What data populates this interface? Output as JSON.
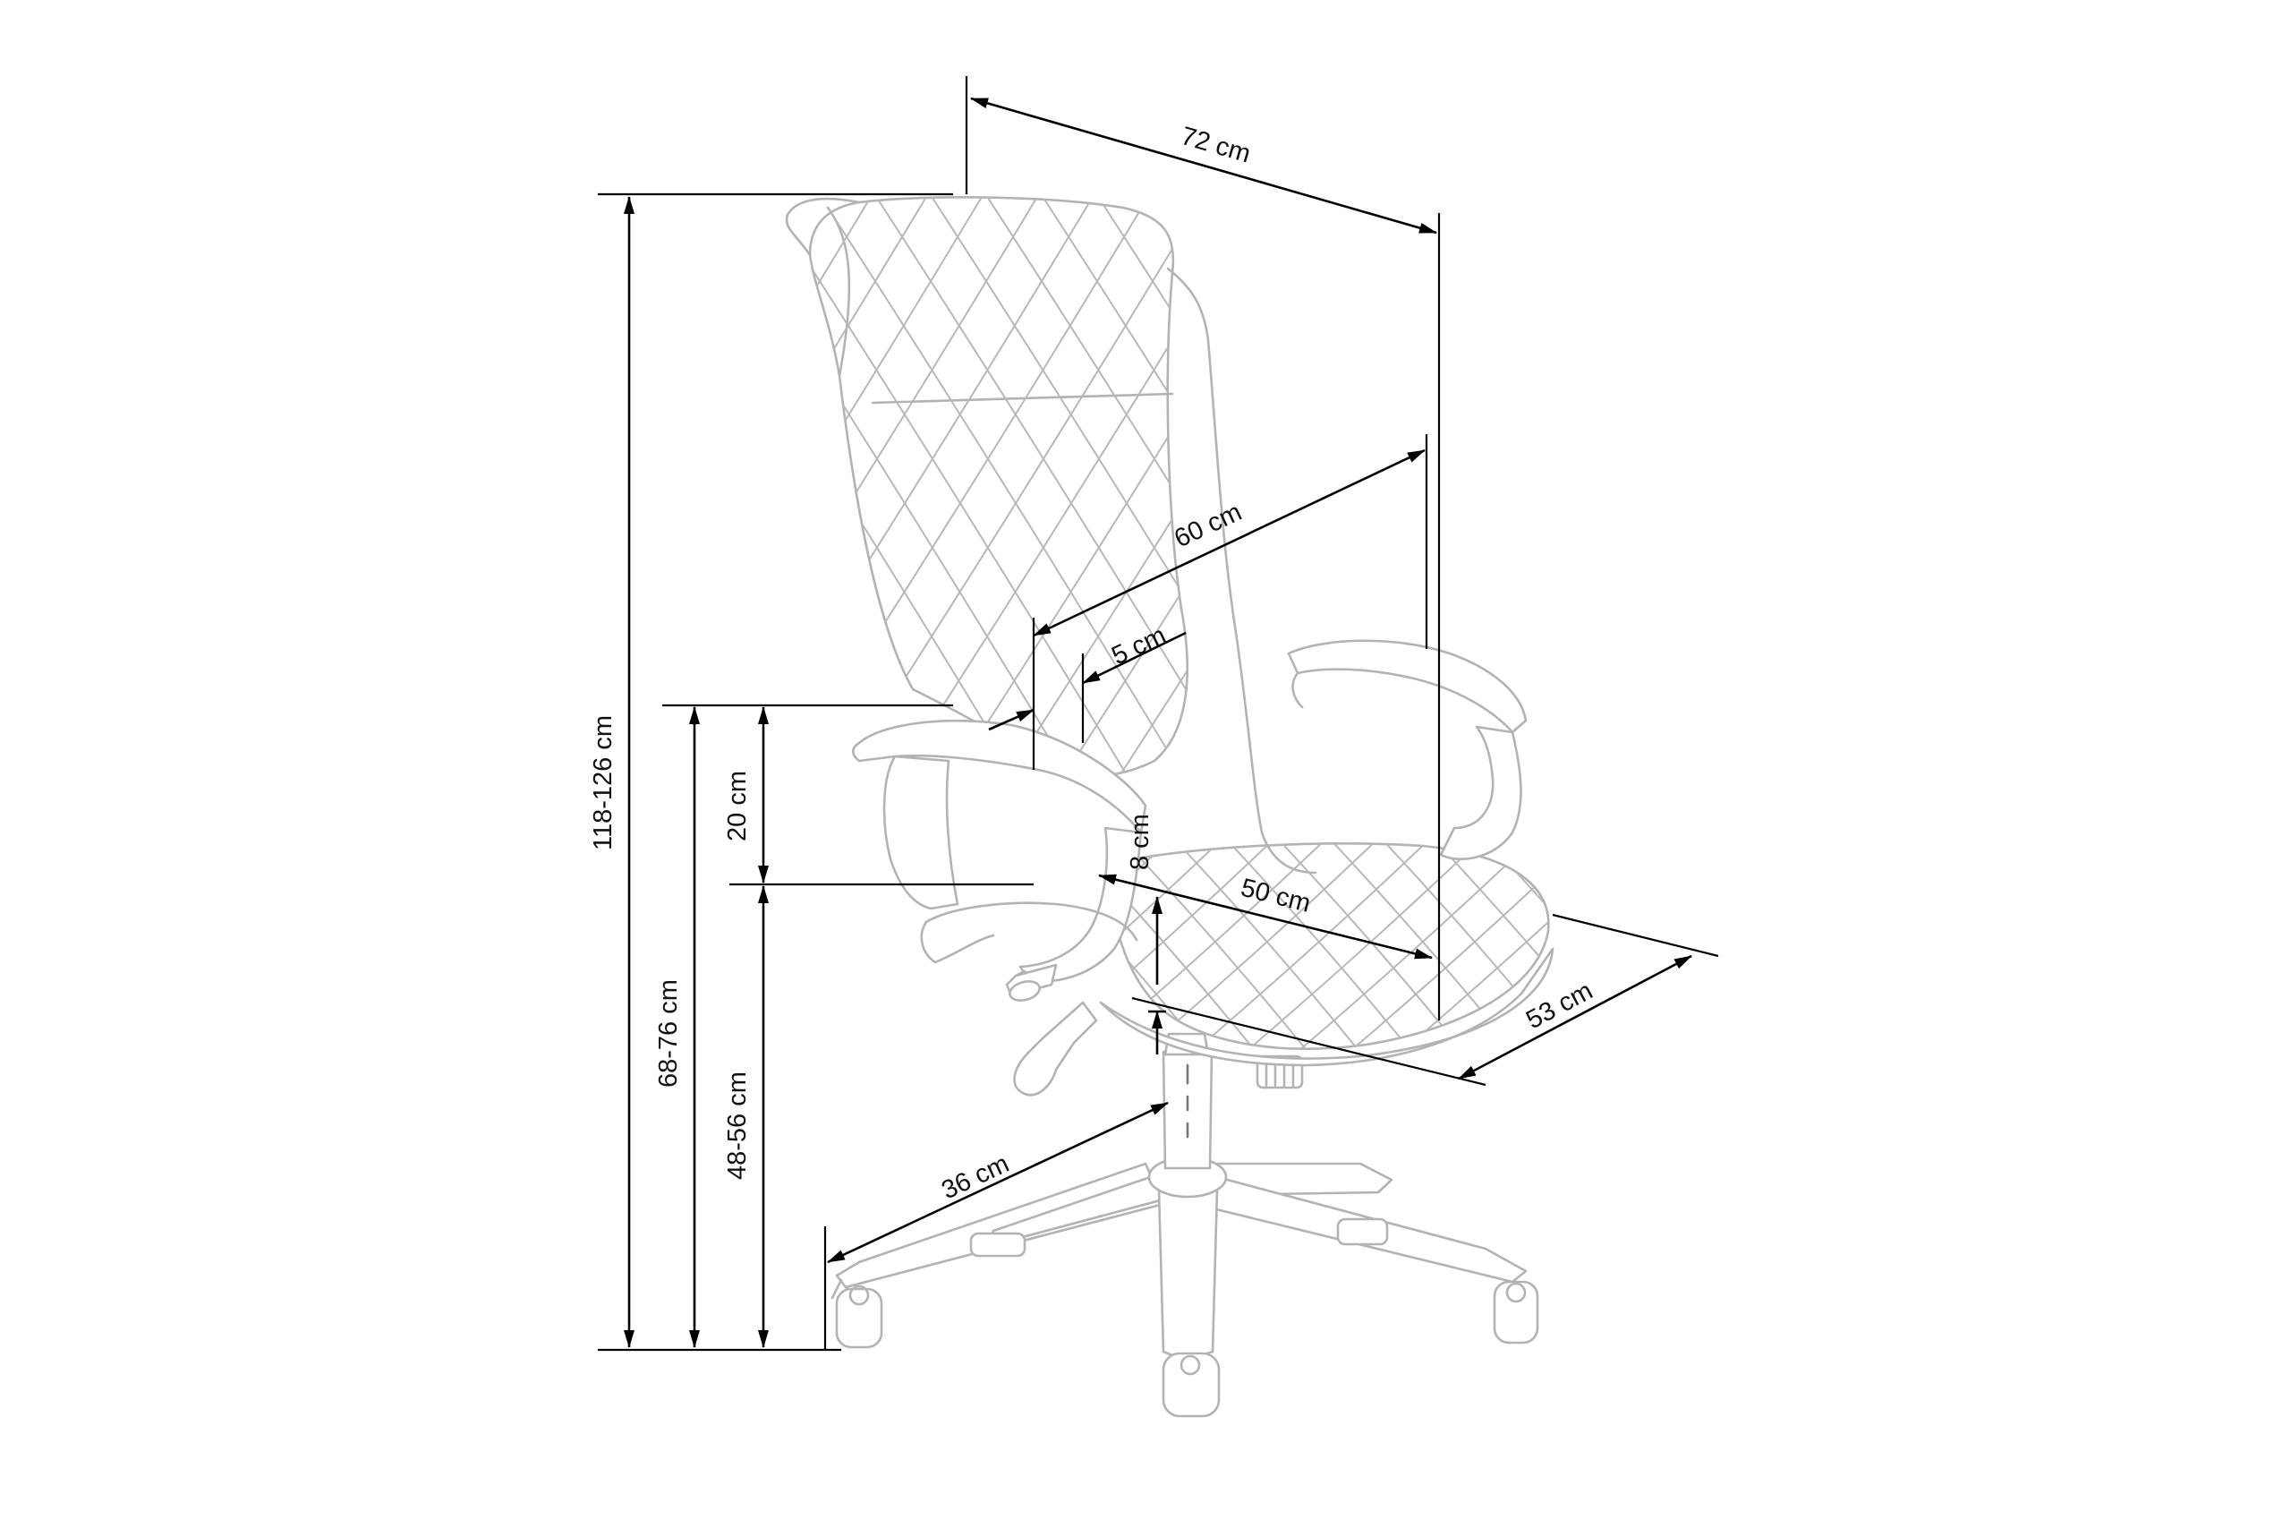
{
  "diagram": {
    "subject": "office chair dimensions",
    "colors": {
      "chair_outline": "#b3b3b3",
      "dimension_lines": "#000000",
      "background": "#ffffff"
    },
    "dimensions": {
      "overall_width": "72 cm",
      "backrest_width": "60 cm",
      "armrest_width": "5 cm",
      "total_height": "118-126 cm",
      "armrest_height": "68-76 cm",
      "armrest_above_seat": "20 cm",
      "seat_height": "48-56 cm",
      "seat_thickness": "8 cm",
      "seat_depth": "50 cm",
      "overall_depth": "53 cm",
      "base_radius": "36 cm"
    }
  }
}
